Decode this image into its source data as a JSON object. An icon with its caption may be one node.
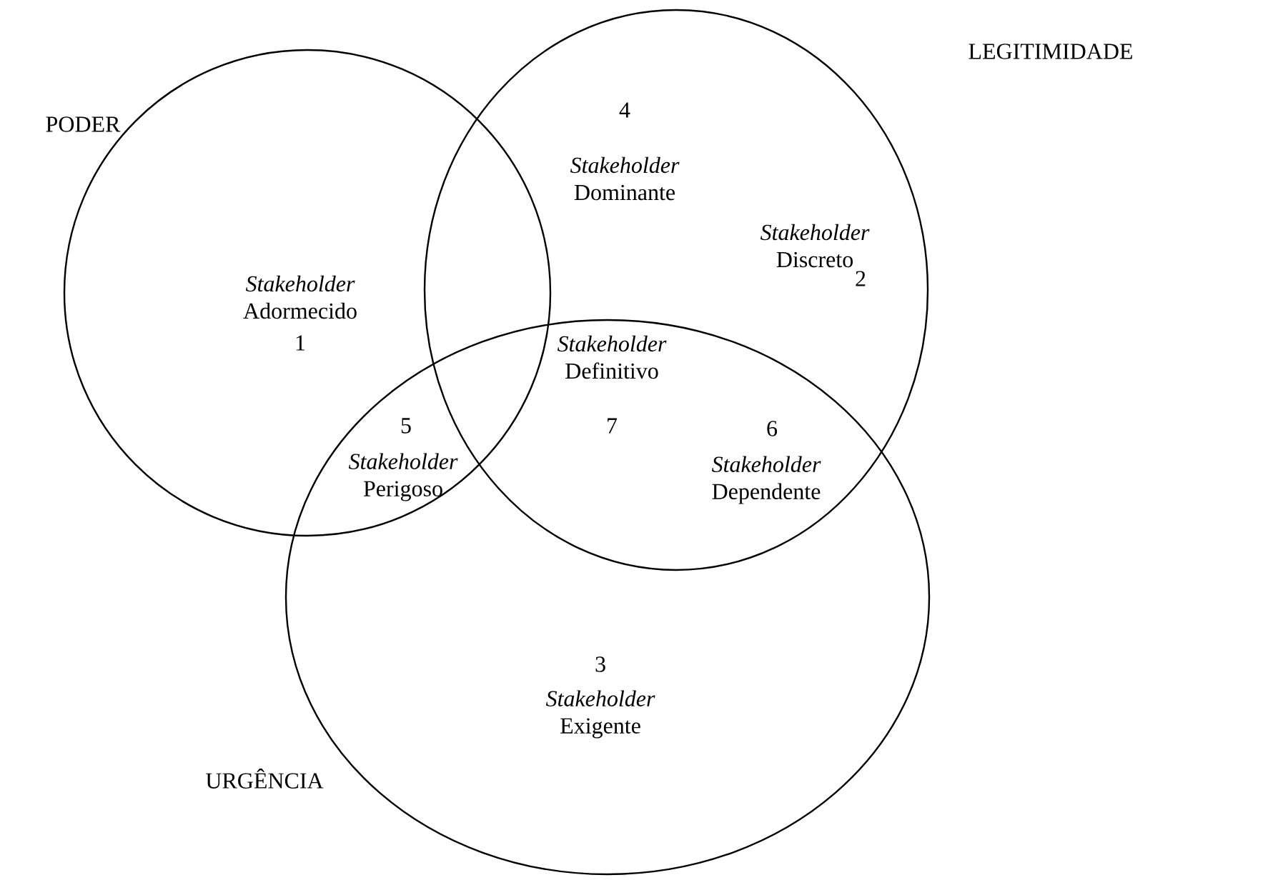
{
  "diagram": {
    "nodes": [
      {
        "text": [
          "PODER"
        ]
      },
      {
        "text": [
          "LEGITIMIDADE"
        ]
      },
      {
        "text": [
          "URGÊNCIA"
        ]
      }
    ],
    "labels": [
      "4",
      "*Stakeholder* Dominante",
      "*Stakeholder* Discreto",
      "2",
      "*Stakeholder* Adormecido",
      "1",
      "*Stakeholder* Definitivo",
      "5",
      "6",
      "7",
      "*Stakeholder* Perigoso",
      "*Stakeholder* Dependente",
      "3",
      "*Stakeholder* Exigente"
    ]
  }
}
